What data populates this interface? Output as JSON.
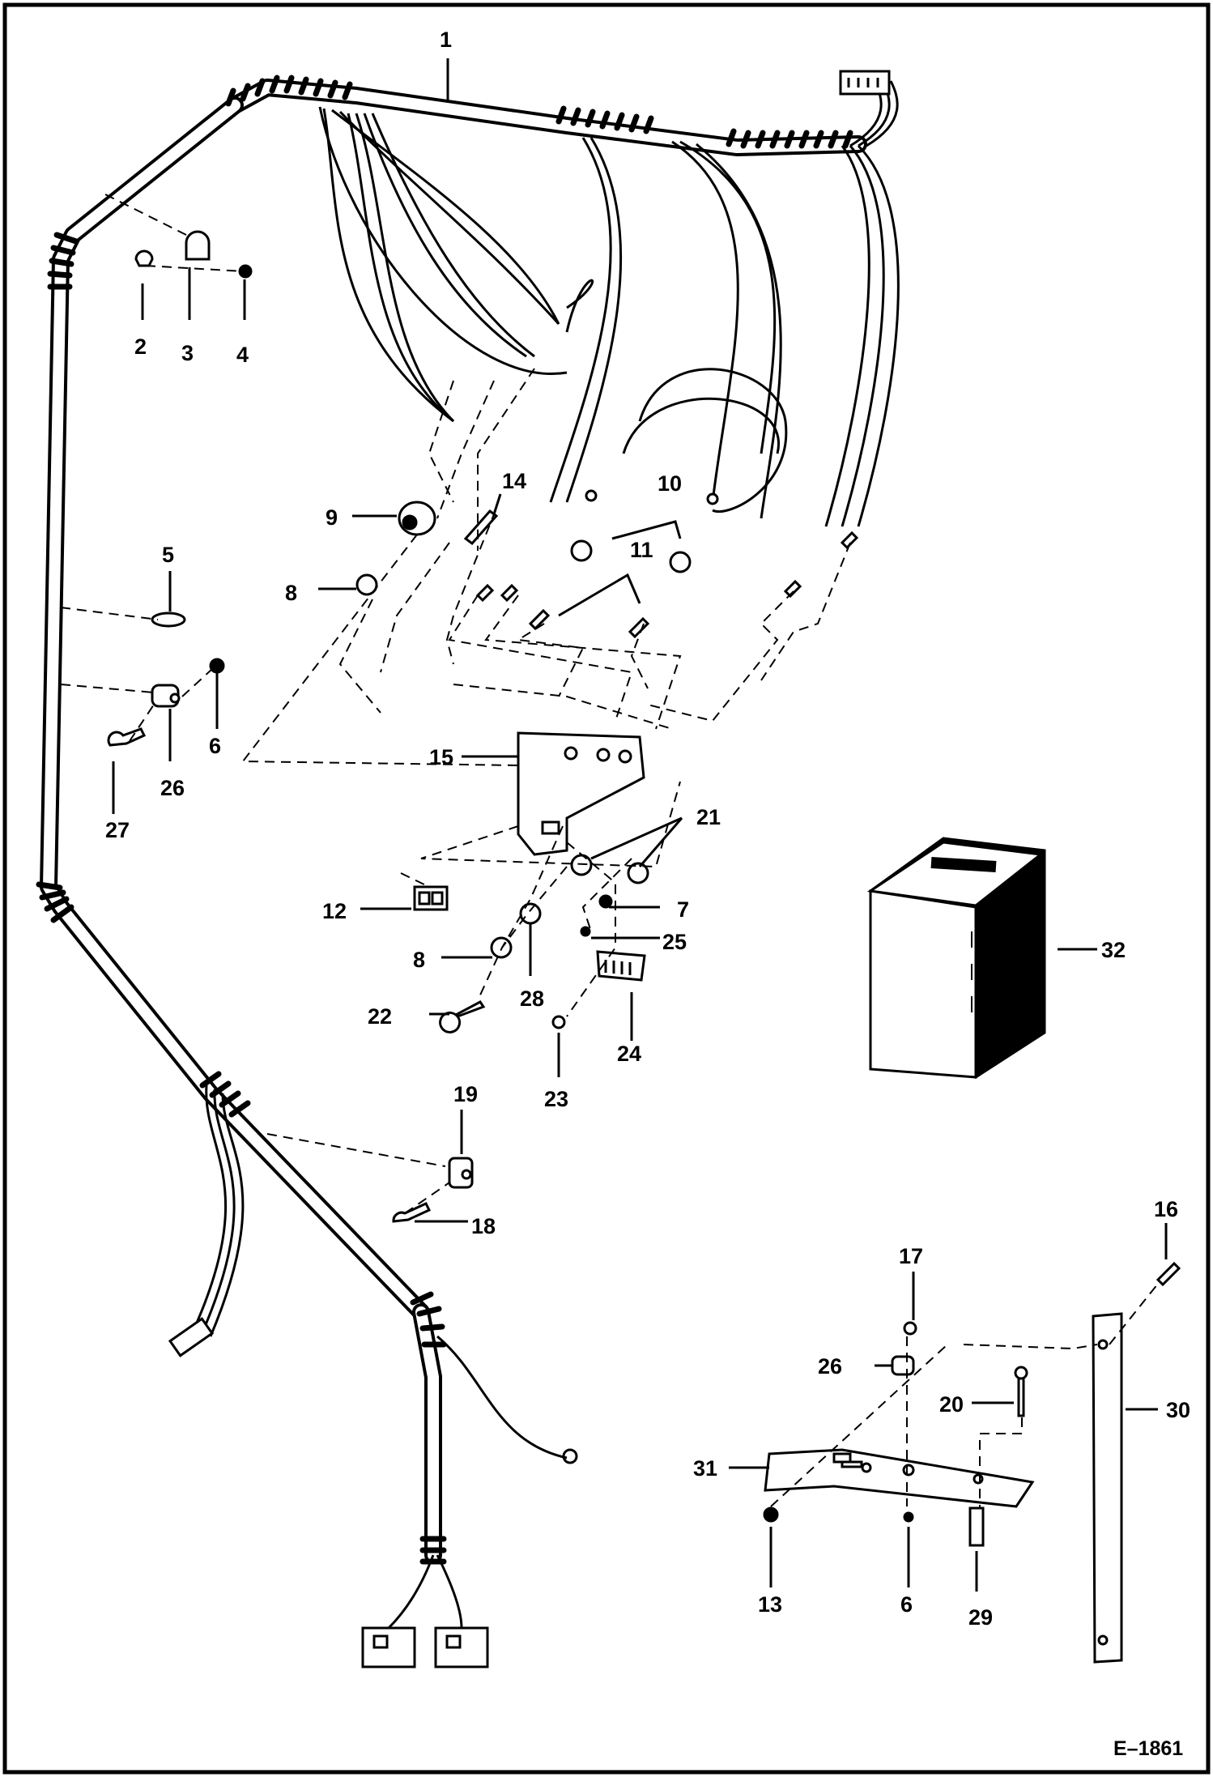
{
  "figure_id": "E–1861",
  "callouts": [
    {
      "id": "c1",
      "text": "1"
    },
    {
      "id": "c2",
      "text": "2"
    },
    {
      "id": "c3",
      "text": "3"
    },
    {
      "id": "c4",
      "text": "4"
    },
    {
      "id": "c5",
      "text": "5"
    },
    {
      "id": "c6a",
      "text": "6"
    },
    {
      "id": "c6b",
      "text": "6"
    },
    {
      "id": "c7",
      "text": "7"
    },
    {
      "id": "c8a",
      "text": "8"
    },
    {
      "id": "c8b",
      "text": "8"
    },
    {
      "id": "c9",
      "text": "9"
    },
    {
      "id": "c10",
      "text": "10"
    },
    {
      "id": "c11",
      "text": "11"
    },
    {
      "id": "c12",
      "text": "12"
    },
    {
      "id": "c13",
      "text": "13"
    },
    {
      "id": "c14",
      "text": "14"
    },
    {
      "id": "c15",
      "text": "15"
    },
    {
      "id": "c16",
      "text": "16"
    },
    {
      "id": "c17",
      "text": "17"
    },
    {
      "id": "c18",
      "text": "18"
    },
    {
      "id": "c19",
      "text": "19"
    },
    {
      "id": "c20",
      "text": "20"
    },
    {
      "id": "c21",
      "text": "21"
    },
    {
      "id": "c22",
      "text": "22"
    },
    {
      "id": "c23",
      "text": "23"
    },
    {
      "id": "c24",
      "text": "24"
    },
    {
      "id": "c25",
      "text": "25"
    },
    {
      "id": "c26a",
      "text": "26"
    },
    {
      "id": "c26b",
      "text": "26"
    },
    {
      "id": "c27",
      "text": "27"
    },
    {
      "id": "c28",
      "text": "28"
    },
    {
      "id": "c29",
      "text": "29"
    },
    {
      "id": "c30",
      "text": "30"
    },
    {
      "id": "c31",
      "text": "31"
    },
    {
      "id": "c32",
      "text": "32"
    }
  ]
}
